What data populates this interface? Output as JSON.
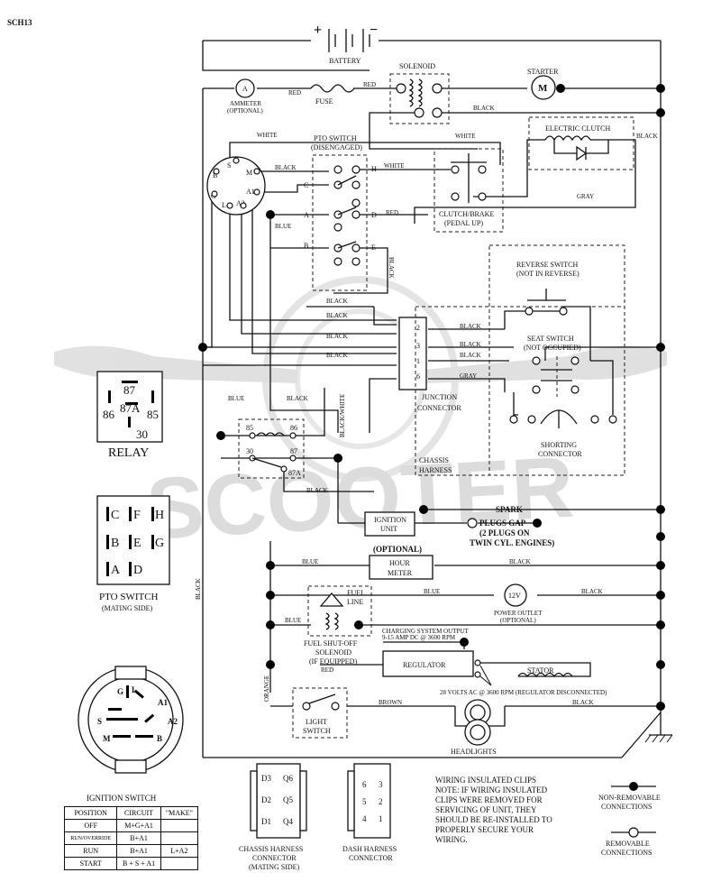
{
  "page": {
    "code": "SCH13"
  },
  "labels": {
    "battery": "BATTERY",
    "plus": "+",
    "minus": "−",
    "solenoid": "SOLENOID",
    "starter": "STARTER",
    "starter_m": "M",
    "ammeter_a": "A",
    "ammeter": "AMMETER",
    "optional_paren": "(OPTIONAL)",
    "fuse": "FUSE",
    "pto_switch_title": "PTO SWITCH",
    "disengaged": "(DISENGAGED)",
    "electric_clutch": "ELECTRIC CLUTCH",
    "clutch_brake": "CLUTCH/BRAKE",
    "pedal_up": "(PEDAL UP)",
    "reverse_switch": "REVERSE SWITCH",
    "not_in_reverse": "(NOT IN REVERSE)",
    "seat_switch": "SEAT SWITCH",
    "not_occupied": "(NOT OCCUPIED)",
    "junction": "JUNCTION",
    "connector": "CONNECTOR",
    "shorting": "SHORTING",
    "chassis": "CHASSIS",
    "harness": "HARNESS",
    "relay": "RELAY",
    "pto_switch": "PTO SWITCH",
    "mating_side": "(MATING SIDE)",
    "ignition_unit_1": "IGNITION",
    "ignition_unit_2": "UNIT",
    "spark_1": "SPARK",
    "spark_2": "PLUGS GAP",
    "spark_3": "(2 PLUGS ON",
    "spark_4": "TWIN CYL. ENGINES)",
    "optional": "(OPTIONAL)",
    "hour": "HOUR",
    "meter": "METER",
    "fuel_line_1": "FUEL",
    "fuel_line_2": "LINE",
    "v12": "12V",
    "power_outlet": "POWER OUTLET",
    "fuel_shutoff_1": "FUEL SHUT-OFF",
    "fuel_shutoff_2": "SOLENOID",
    "fuel_shutoff_3": "(IF EQUIPPED)",
    "charging_1": "CHARGING SYSTEM OUTPUT",
    "charging_2": "9-15 AMP DC @ 3600 RPM",
    "regulator": "REGULATOR",
    "stator": "STATOR",
    "volts": "28 VOLTS AC @ 3600 RPM (REGULATOR DISCONNECTED)",
    "light_1": "LIGHT",
    "light_2": "SWITCH",
    "headlights": "HEADLIGHTS",
    "ignition_switch": "IGNITION SWITCH",
    "chassis_conn_1": "CHASSIS HARNESS",
    "chassis_conn_2": "CONNECTOR",
    "dash_conn_1": "DASH HARNESS",
    "dash_conn_2": "CONNECTOR",
    "note_1": "WIRING INSULATED CLIPS",
    "note_2": "NOTE: IF WIRING INSULATED",
    "note_3": "CLIPS WERE REMOVED FOR",
    "note_4": "SERVICING OF UNIT, THEY",
    "note_5": "SHOULD BE RE-INSTALLED TO",
    "note_6": "PROPERLY SECURE YOUR",
    "note_7": "WIRING.",
    "non_removable_1": "NON-REMOVABLE",
    "removable_1": "REMOVABLE",
    "connections": "CONNECTIONS"
  },
  "wire_colors": {
    "red": "RED",
    "black": "BLACK",
    "white": "WHITE",
    "blue": "BLUE",
    "gray": "GRAY",
    "orange": "ORANGE",
    "brown": "BROWN",
    "black_white": "BLACK/WHITE"
  },
  "terminals": {
    "pto": [
      "C",
      "H",
      "A",
      "D",
      "B",
      "E"
    ],
    "ign": [
      "S",
      "M",
      "B",
      "A1",
      "G",
      "L",
      "A2"
    ],
    "junction": [
      "2",
      "3",
      "1",
      "6"
    ],
    "relay_block": [
      "85",
      "86",
      "30",
      "87",
      "87A"
    ]
  },
  "relay_pins": {
    "p87": "87",
    "p86": "86",
    "p87a": "87A",
    "p85": "85",
    "p30": "30"
  },
  "pto_grid": [
    "C",
    "F",
    "H",
    "B",
    "E",
    "G",
    "A",
    "D"
  ],
  "ign_face": [
    "G",
    "L",
    "A1",
    "S",
    "A2",
    "M",
    "B"
  ],
  "ignition_table": {
    "headers": [
      "POSITION",
      "CIRCUIT",
      "\"MAKE\""
    ],
    "rows": [
      [
        "OFF",
        "M+G+A1",
        ""
      ],
      [
        "RUN/OVERRIDE",
        "B+A1",
        ""
      ],
      [
        "RUN",
        "B+A1",
        "L+A2"
      ],
      [
        "START",
        "B + S + A1",
        ""
      ]
    ]
  },
  "connector_pins": {
    "chassis": [
      "D3",
      "Q6",
      "D2",
      "Q5",
      "D1",
      "Q4"
    ],
    "dash": [
      "6",
      "3",
      "5",
      "2",
      "4",
      "1"
    ]
  },
  "watermark": "SCOOTER"
}
